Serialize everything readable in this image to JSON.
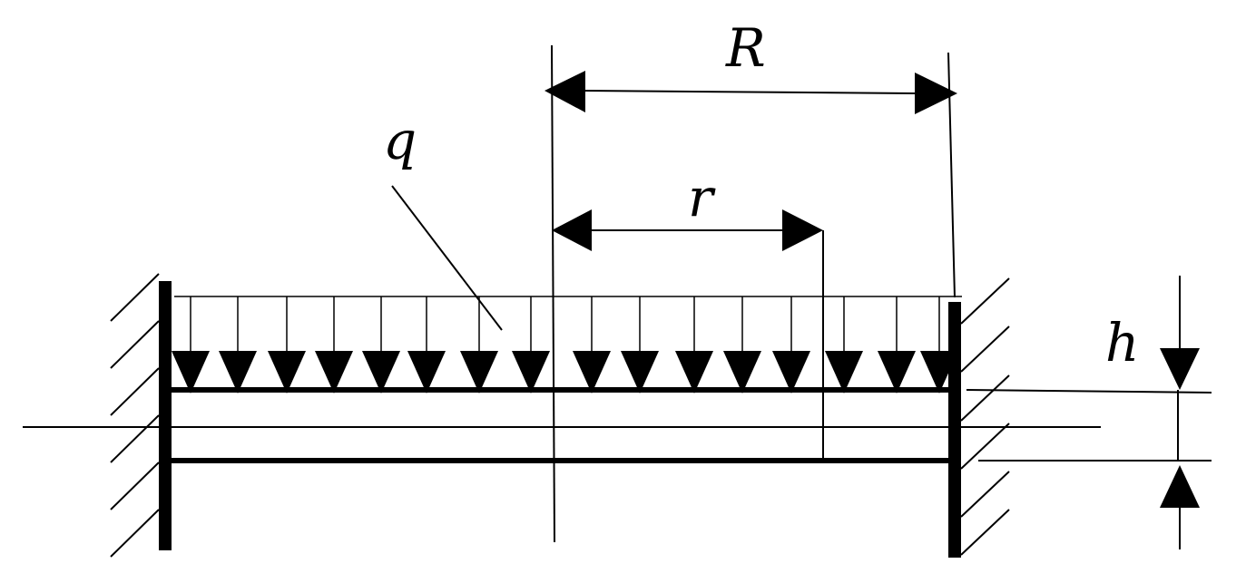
{
  "labels": {
    "R": "R",
    "r": "r",
    "q": "q",
    "h": "h"
  },
  "colors": {
    "ink": "#000000",
    "background": "#ffffff"
  }
}
